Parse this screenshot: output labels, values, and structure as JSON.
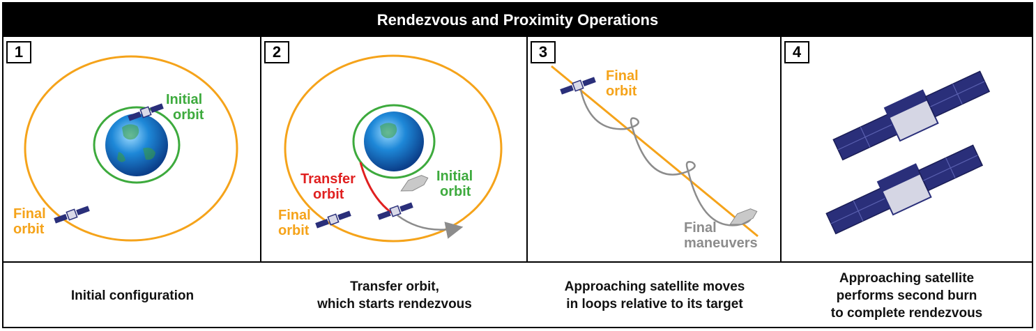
{
  "title": "Rendezvous and Proximity Operations",
  "panels": [
    {
      "number": "1",
      "labels": {
        "initial_l1": "Initial",
        "initial_l2": "orbit",
        "final_l1": "Final",
        "final_l2": "orbit"
      },
      "caption": "Initial configuration"
    },
    {
      "number": "2",
      "labels": {
        "transfer_l1": "Transfer",
        "transfer_l2": "orbit",
        "initial_l1": "Initial",
        "initial_l2": "orbit",
        "final_l1": "Final",
        "final_l2": "orbit"
      },
      "caption": "Transfer orbit,\nwhich starts rendezvous"
    },
    {
      "number": "3",
      "labels": {
        "final_l1": "Final",
        "final_l2": "orbit",
        "maneuvers_l1": "Final",
        "maneuvers_l2": "maneuvers"
      },
      "caption": "Approaching satellite moves\nin loops relative to its target"
    },
    {
      "number": "4",
      "labels": {},
      "caption": "Approaching satellite\nperforms second burn\nto complete rendezvous"
    }
  ],
  "colors": {
    "final_orbit": "#F5A31A",
    "initial_orbit": "#3DAA3D",
    "transfer_orbit": "#E02020",
    "maneuvers": "#8C8C8C",
    "satellite": "#2A2F7A",
    "earth": "#1E88D8"
  }
}
